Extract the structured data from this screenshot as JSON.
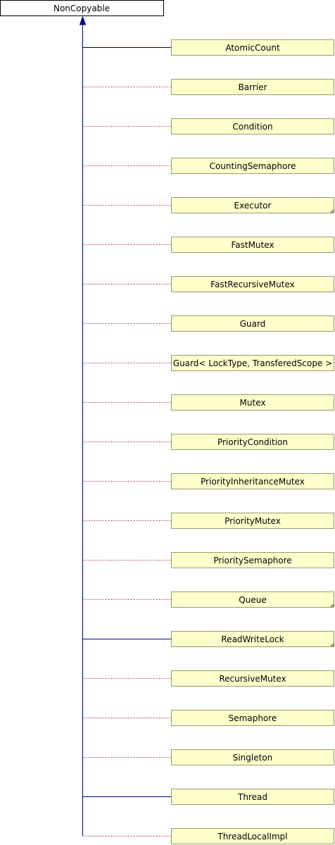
{
  "root": {
    "label": "NonCopyable"
  },
  "colors": {
    "root_fill": "#ffffff",
    "node_fill": "#ffffcc",
    "node_border": "#9a9a6a",
    "edge": "#000080",
    "dotted_edge": "#a05050",
    "fold_mark": "#9a9a6a"
  },
  "subclasses": [
    {
      "label": "AtomicCount",
      "edge": "solid",
      "folded": false
    },
    {
      "label": "Barrier",
      "edge": "dotted",
      "folded": false
    },
    {
      "label": "Condition",
      "edge": "dotted",
      "folded": false
    },
    {
      "label": "CountingSemaphore",
      "edge": "dotted",
      "folded": false
    },
    {
      "label": "Executor",
      "edge": "dotted",
      "folded": true
    },
    {
      "label": "FastMutex",
      "edge": "dotted",
      "folded": false
    },
    {
      "label": "FastRecursiveMutex",
      "edge": "dotted",
      "folded": false
    },
    {
      "label": "Guard",
      "edge": "dotted",
      "folded": false
    },
    {
      "label": "Guard< LockType, TransferedScope >",
      "edge": "dotted",
      "folded": false
    },
    {
      "label": "Mutex",
      "edge": "dotted",
      "folded": false
    },
    {
      "label": "PriorityCondition",
      "edge": "dotted",
      "folded": false
    },
    {
      "label": "PriorityInheritanceMutex",
      "edge": "dotted",
      "folded": false
    },
    {
      "label": "PriorityMutex",
      "edge": "dotted",
      "folded": false
    },
    {
      "label": "PrioritySemaphore",
      "edge": "dotted",
      "folded": false
    },
    {
      "label": "Queue",
      "edge": "dotted",
      "folded": true
    },
    {
      "label": "ReadWriteLock",
      "edge": "solid",
      "folded": true
    },
    {
      "label": "RecursiveMutex",
      "edge": "dotted",
      "folded": false
    },
    {
      "label": "Semaphore",
      "edge": "dotted",
      "folded": false
    },
    {
      "label": "Singleton",
      "edge": "dotted",
      "folded": false
    },
    {
      "label": "Thread",
      "edge": "solid",
      "folded": false
    },
    {
      "label": "ThreadLocalImpl",
      "edge": "dotted",
      "folded": false
    }
  ]
}
